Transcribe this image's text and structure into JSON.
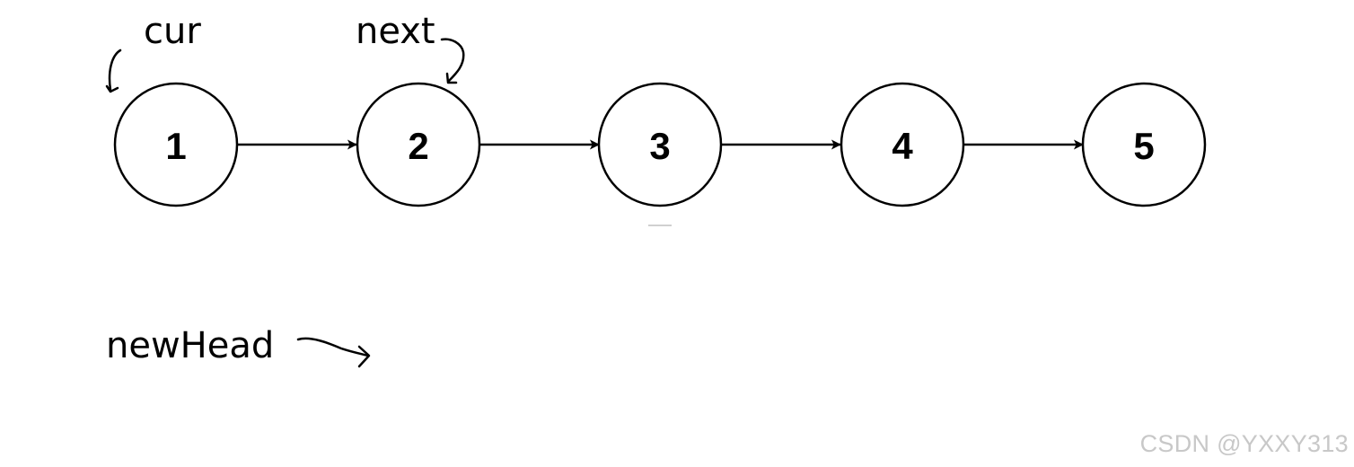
{
  "nodes": [
    "1",
    "2",
    "3",
    "4",
    "5"
  ],
  "pointers": {
    "cur": "cur",
    "next": "next",
    "new_head": "newHead"
  },
  "watermark": "CSDN @YXXY313"
}
